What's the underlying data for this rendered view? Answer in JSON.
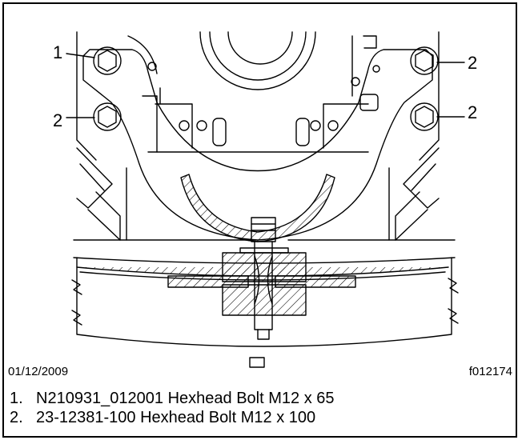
{
  "callouts": {
    "c1": "1",
    "c2a": "2",
    "c2b": "2",
    "c2c": "2"
  },
  "footer": {
    "date": "01/12/2009",
    "figure_id": "f012174"
  },
  "legend": [
    {
      "num": "1.",
      "text": "N210931_012001 Hexhead Bolt M12 x 65"
    },
    {
      "num": "2.",
      "text": "23-12381-100 Hexhead Bolt M12 x 100"
    }
  ]
}
